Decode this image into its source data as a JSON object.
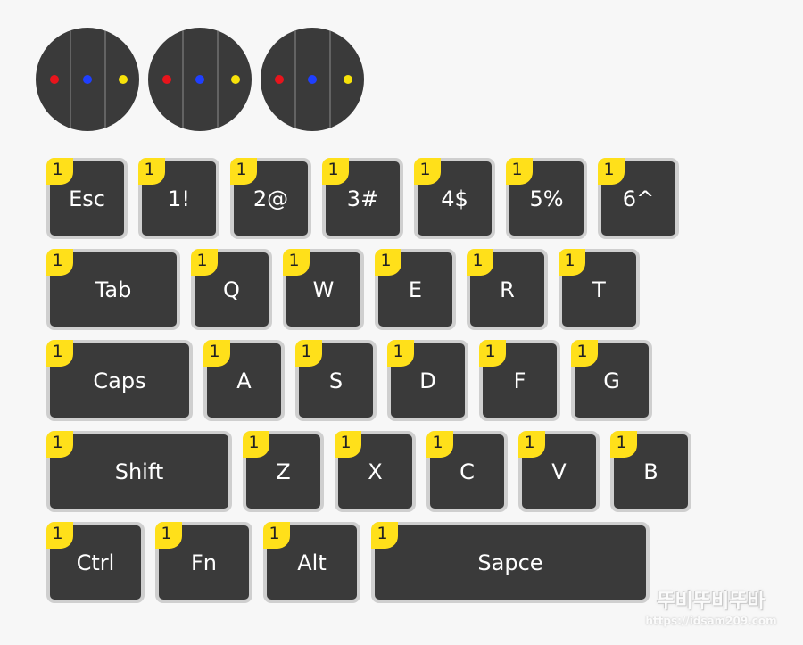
{
  "dials": [
    {
      "dot_colors": [
        "#e8141c",
        "#1f3fff",
        "#f7e20a"
      ]
    },
    {
      "dot_colors": [
        "#e8141c",
        "#1f3fff",
        "#f7e20a"
      ]
    },
    {
      "dot_colors": [
        "#e8141c",
        "#1f3fff",
        "#f7e20a"
      ]
    }
  ],
  "keyboard": {
    "badge_color": "#ffe01a",
    "key_color": "#3a3a3a",
    "rows": [
      [
        {
          "id": "esc",
          "label": "Esc",
          "badge": "1"
        },
        {
          "id": "1",
          "label": "1!",
          "badge": "1"
        },
        {
          "id": "2",
          "label": "2@",
          "badge": "1"
        },
        {
          "id": "3",
          "label": "3#",
          "badge": "1"
        },
        {
          "id": "4",
          "label": "4$",
          "badge": "1"
        },
        {
          "id": "5",
          "label": "5%",
          "badge": "1"
        },
        {
          "id": "6",
          "label": "6^",
          "badge": "1"
        }
      ],
      [
        {
          "id": "tab",
          "label": "Tab",
          "badge": "1"
        },
        {
          "id": "q",
          "label": "Q",
          "badge": "1"
        },
        {
          "id": "w",
          "label": "W",
          "badge": "1"
        },
        {
          "id": "e",
          "label": "E",
          "badge": "1"
        },
        {
          "id": "r",
          "label": "R",
          "badge": "1"
        },
        {
          "id": "t",
          "label": "T",
          "badge": "1"
        }
      ],
      [
        {
          "id": "caps",
          "label": "Caps",
          "badge": "1"
        },
        {
          "id": "a",
          "label": "A",
          "badge": "1"
        },
        {
          "id": "s",
          "label": "S",
          "badge": "1"
        },
        {
          "id": "d",
          "label": "D",
          "badge": "1"
        },
        {
          "id": "f",
          "label": "F",
          "badge": "1"
        },
        {
          "id": "g",
          "label": "G",
          "badge": "1"
        }
      ],
      [
        {
          "id": "shift",
          "label": "Shift",
          "badge": "1"
        },
        {
          "id": "z",
          "label": "Z",
          "badge": "1"
        },
        {
          "id": "x",
          "label": "X",
          "badge": "1"
        },
        {
          "id": "c",
          "label": "C",
          "badge": "1"
        },
        {
          "id": "v",
          "label": "V",
          "badge": "1"
        },
        {
          "id": "b",
          "label": "B",
          "badge": "1"
        }
      ],
      [
        {
          "id": "ctrl",
          "label": "Ctrl",
          "badge": "1"
        },
        {
          "id": "fn",
          "label": "Fn",
          "badge": "1"
        },
        {
          "id": "alt",
          "label": "Alt",
          "badge": "1"
        },
        {
          "id": "space",
          "label": "Sapce",
          "badge": "1"
        }
      ]
    ]
  },
  "watermark": {
    "title": "뚜비뚜비뚜바",
    "url": "https://idsam209.com"
  }
}
